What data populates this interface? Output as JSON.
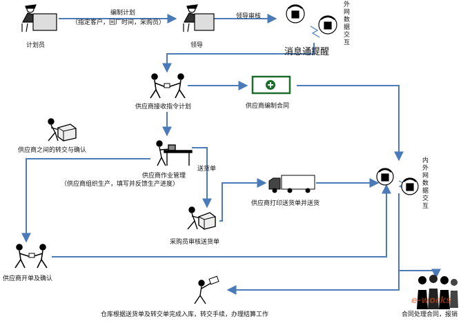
{
  "nodes": {
    "planner": "计划员",
    "leader": "领导",
    "external_interaction": "外网数据交互",
    "supplier_receive": "供应商接收指令计划",
    "supplier_contract": "供应商编制合同",
    "supplier_transfer": "供应商之间的转交与确认",
    "supplier_ops": "供应商作业管理",
    "supplier_ops_note": "（供应商组织生产，填写并反馈生产进度）",
    "supplier_print": "供应商打印送货单并送货",
    "buyer_review": "采购员审核送货单",
    "supplier_invoice": "供应商开单及确认",
    "internal_interaction": "内外网数据交互",
    "warehouse": "仓库根据送货单及转交单完成入库，转交手续，办理结算工作",
    "contract_process": "合同处理合同，报销"
  },
  "edges": {
    "plan_label": "编制计划",
    "plan_note": "（指定客户，回厂时间，采购员）",
    "review_label": "领导审核",
    "notice_label": "消息通提醒",
    "delivery_label": "送货单"
  },
  "watermark": "e-works",
  "colors": {
    "arrow": "#4a7ab8",
    "border": "#1a6e2a"
  }
}
